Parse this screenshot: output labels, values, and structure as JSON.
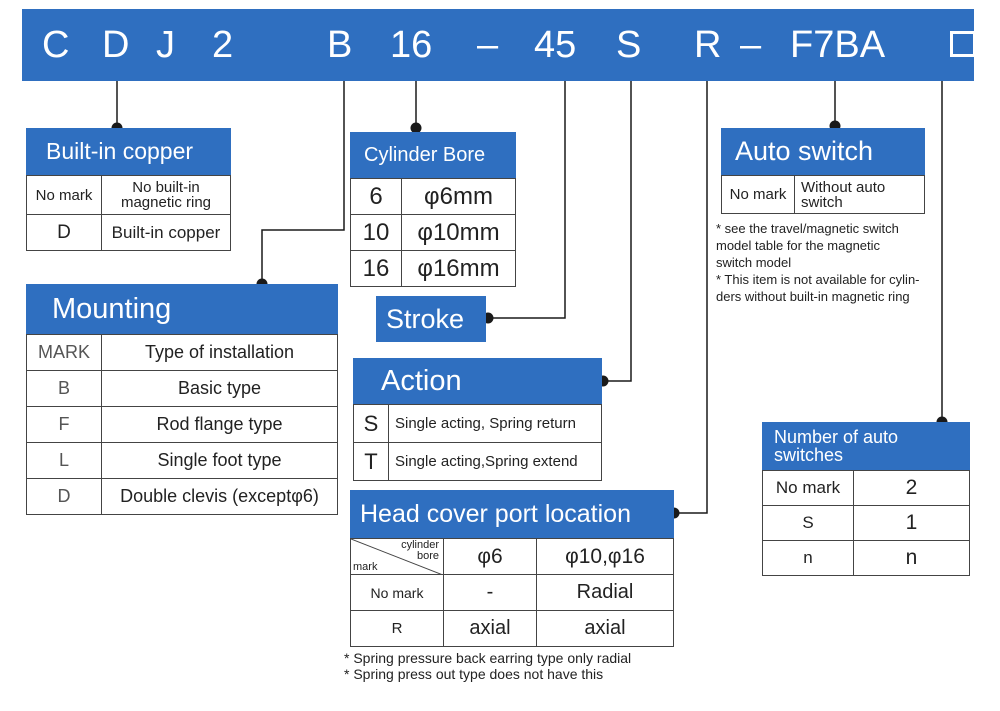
{
  "code_bar": {
    "segments": [
      "C",
      "D",
      "J",
      "2",
      "B",
      "16",
      "–",
      "45",
      "S",
      "R",
      "–",
      "F7BA"
    ]
  },
  "builtin": {
    "title": "Built-in copper",
    "rows": [
      [
        "No mark",
        "No built-in magnetic ring"
      ],
      [
        "D",
        "Built-in copper"
      ]
    ]
  },
  "bore": {
    "title": "Cylinder Bore",
    "rows": [
      [
        "6",
        "φ6mm"
      ],
      [
        "10",
        "φ10mm"
      ],
      [
        "16",
        "φ16mm"
      ]
    ]
  },
  "stroke": {
    "title": "Stroke"
  },
  "autoswitch": {
    "title": "Auto switch",
    "rows": [
      [
        "No mark",
        "Without auto switch"
      ]
    ],
    "notes": [
      "* see the travel/magnetic switch",
      "model table for the magnetic",
      "switch model",
      "* This item is not available for cylin-",
      "ders without built-in magnetic ring"
    ]
  },
  "mounting": {
    "title": "Mounting",
    "header": [
      "MARK",
      "Type of installation"
    ],
    "rows": [
      [
        "B",
        "Basic type"
      ],
      [
        "F",
        "Rod flange type"
      ],
      [
        "L",
        "Single foot type"
      ],
      [
        "D",
        "Double clevis (exceptφ6)"
      ]
    ]
  },
  "action": {
    "title": "Action",
    "rows": [
      [
        "S",
        "Single acting, Spring return"
      ],
      [
        "T",
        "Single acting,Spring extend"
      ]
    ]
  },
  "headcover": {
    "title": "Head cover port location",
    "diag_top": "cylinder bore",
    "diag_bottom": "mark",
    "cols": [
      "φ6",
      "φ10,φ16"
    ],
    "rows": [
      [
        "No mark",
        "-",
        "Radial"
      ],
      [
        "R",
        "axial",
        "axial"
      ]
    ],
    "notes": [
      "* Spring pressure back earring type only radial",
      "* Spring press out type does not have this"
    ]
  },
  "numswitch": {
    "title": "Number of auto switches",
    "rows": [
      [
        "No mark",
        "2"
      ],
      [
        "S",
        "1"
      ],
      [
        "n",
        "n"
      ]
    ]
  },
  "colors": {
    "accent": "#2f6fc0",
    "line": "#1a1a1a"
  }
}
